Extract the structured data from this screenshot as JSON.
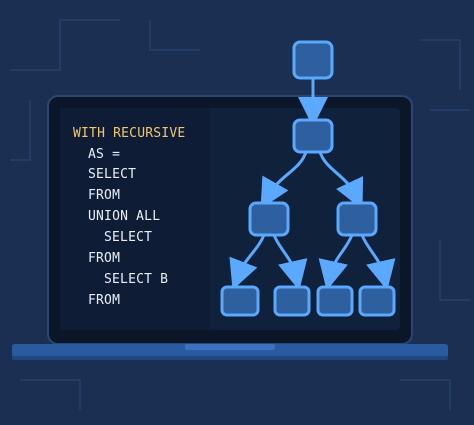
{
  "colors": {
    "background": "#1b2f52",
    "screen": "#0f1e36",
    "node_fill": "#2e5f9f",
    "node_stroke": "#5aa9ff",
    "keyword": "#f2c66d",
    "code_text": "#e9eef8"
  },
  "code": {
    "lines": [
      "WITH RECURSIVE",
      "AS =",
      "SELECT",
      "FROM",
      "UNION ALL",
      "SELECT",
      "FROM",
      "SELECT B",
      "FROM"
    ]
  },
  "diagram": {
    "kind": "tree",
    "levels": [
      1,
      1,
      2,
      4
    ]
  }
}
